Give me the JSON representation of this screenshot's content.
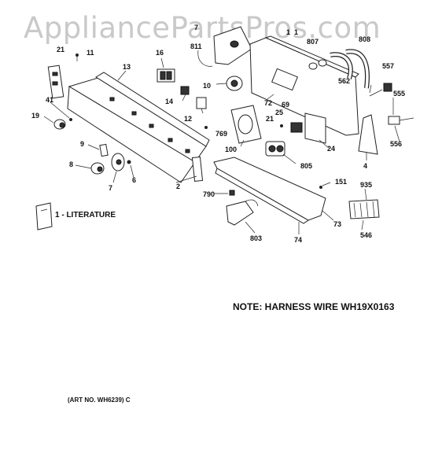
{
  "watermark": "AppliancePartsPros.com",
  "note": "NOTE: HARNESS WIRE WH19X0163",
  "art_number": "(ART NO. WH6239) C",
  "literature_label": "1 - LITERATURE",
  "callouts": {
    "c21a": "21",
    "c11a": "11",
    "c13": "13",
    "c16": "16",
    "c7a": "7",
    "c811": "811",
    "c1a": "1",
    "c1b": "1",
    "c807": "807",
    "c808": "808",
    "c557": "557",
    "c10": "10",
    "c562": "562",
    "c555": "555",
    "c41": "41",
    "c14": "14",
    "c72": "72",
    "c69": "69",
    "c19": "19",
    "c12": "12",
    "c25": "25",
    "c21b": "21",
    "c769": "769",
    "c556": "556",
    "c9": "9",
    "c100": "100",
    "c24": "24",
    "c8": "8",
    "c6": "6",
    "c805": "805",
    "c4": "4",
    "c7b": "7",
    "c2": "2",
    "c151": "151",
    "c935": "935",
    "c790": "790",
    "c73": "73",
    "c546": "546",
    "c803": "803",
    "c74": "74"
  }
}
